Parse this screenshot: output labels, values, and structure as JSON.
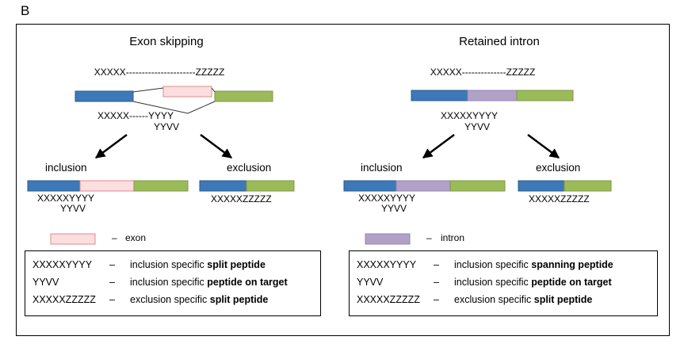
{
  "panel_label": "B",
  "colors": {
    "blue": "#3d79b8",
    "blue_stroke": "#2a5a8c",
    "green": "#9bbb59",
    "green_stroke": "#7d9a44",
    "exon_fill": "#fbdee0",
    "exon_stroke": "#e5888c",
    "intron_fill": "#b2a1c7",
    "intron_stroke": "#9482b0",
    "line": "#000000"
  },
  "exon_skipping": {
    "title": "Exon skipping",
    "pre_mrna_sequence": "XXXXX----------------------ZZZZZ",
    "junction_sequence": "XXXXX------YYYY",
    "target_sequence": "YYVV",
    "inclusion_label": "inclusion",
    "exclusion_label": "exclusion",
    "inclusion_sequence": "XXXXXYYYY",
    "inclusion_target_sequence": "YYVV",
    "exclusion_sequence": "XXXXXZZZZZ",
    "legend_swatch": {
      "dash": "–",
      "label": "exon"
    },
    "legend_rows": [
      {
        "sequence": "XXXXXYYYY",
        "dash": "–",
        "desc_plain": "inclusion specific",
        "desc_bold": "split peptide"
      },
      {
        "sequence": "YYVV",
        "dash": "–",
        "desc_plain": "inclusion specific",
        "desc_bold": "peptide on target"
      },
      {
        "sequence": "XXXXXZZZZZ",
        "dash": "–",
        "desc_plain": "exclusion specific",
        "desc_bold": "split peptide"
      }
    ]
  },
  "retained_intron": {
    "title": "Retained intron",
    "pre_mrna_sequence": "XXXXX--------------ZZZZZ",
    "junction_sequence": "XXXXXYYYY",
    "target_sequence": "YYVV",
    "inclusion_label": "inclusion",
    "exclusion_label": "exclusion",
    "inclusion_sequence": "XXXXXYYYY",
    "inclusion_target_sequence": "YYVV",
    "exclusion_sequence": "XXXXXZZZZZ",
    "legend_swatch": {
      "dash": "–",
      "label": "intron"
    },
    "legend_rows": [
      {
        "sequence": "XXXXXYYYY",
        "dash": "–",
        "desc_plain": "inclusion specific",
        "desc_bold": "spanning peptide"
      },
      {
        "sequence": "YYVV",
        "dash": "–",
        "desc_plain": "inclusion specific",
        "desc_bold": "peptide on target"
      },
      {
        "sequence": "XXXXXZZZZZ",
        "dash": "–",
        "desc_plain": "exclusion specific",
        "desc_bold": "split peptide"
      }
    ]
  }
}
